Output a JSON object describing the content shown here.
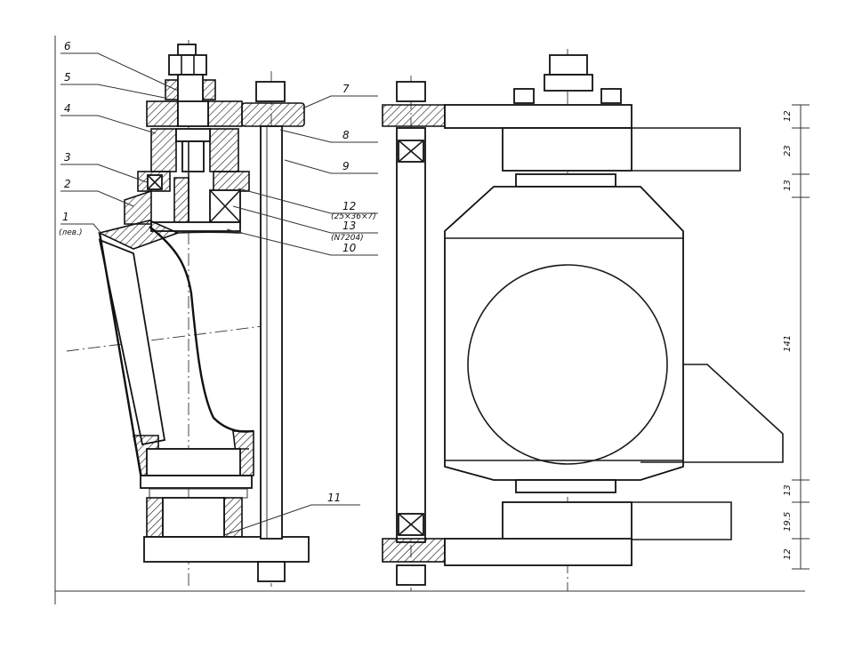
{
  "drawing": {
    "callouts": [
      {
        "id": "c6",
        "text": "6"
      },
      {
        "id": "c5",
        "text": "5"
      },
      {
        "id": "c4",
        "text": "4"
      },
      {
        "id": "c3",
        "text": "3"
      },
      {
        "id": "c2",
        "text": "2"
      },
      {
        "id": "c1",
        "text": "1"
      },
      {
        "id": "c1sub",
        "text": "(лев.)"
      },
      {
        "id": "c7",
        "text": "7"
      },
      {
        "id": "c8",
        "text": "8"
      },
      {
        "id": "c9",
        "text": "9"
      },
      {
        "id": "c12",
        "text": "12"
      },
      {
        "id": "c12sub",
        "text": "(25×36×7)"
      },
      {
        "id": "c13",
        "text": "13"
      },
      {
        "id": "c13sub",
        "text": "(N7204)"
      },
      {
        "id": "c10",
        "text": "10"
      },
      {
        "id": "c11",
        "text": "11"
      }
    ],
    "dimensions": [
      {
        "id": "d12a",
        "text": "12"
      },
      {
        "id": "d23",
        "text": "23"
      },
      {
        "id": "d13a",
        "text": "13"
      },
      {
        "id": "d141",
        "text": "141"
      },
      {
        "id": "d13b",
        "text": "13"
      },
      {
        "id": "d195",
        "text": "19.5"
      },
      {
        "id": "d12b",
        "text": "12"
      }
    ],
    "colors": {
      "ink": "#1a1a1a",
      "paper": "#ffffff"
    }
  }
}
